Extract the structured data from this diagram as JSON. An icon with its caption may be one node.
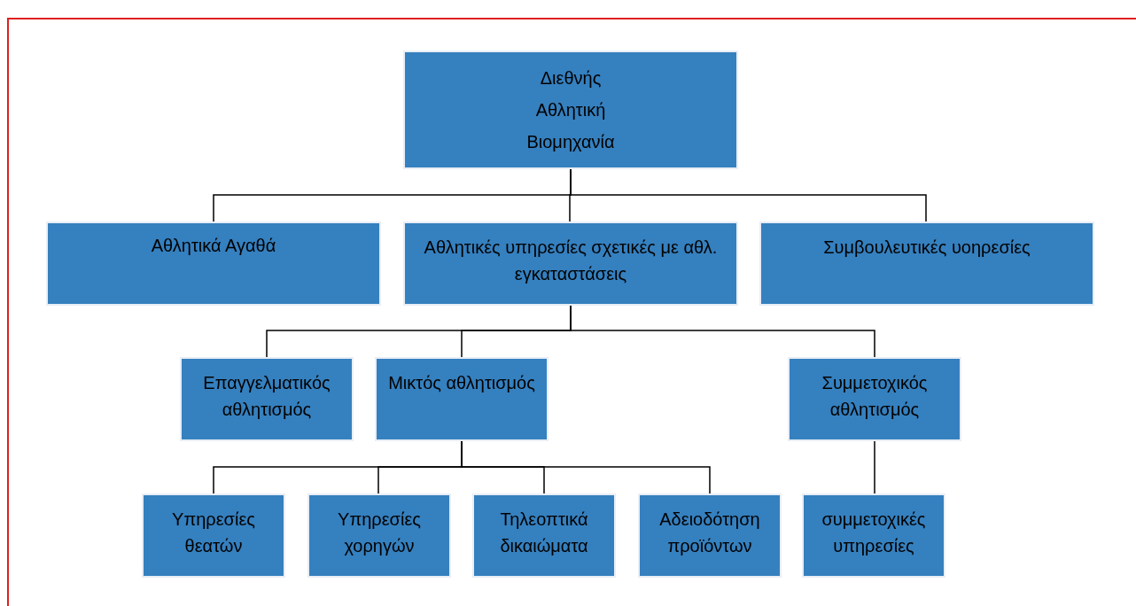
{
  "diagram": {
    "nodes": [
      {
        "text": [
          "Διεθνής Αθλητική Βιομηχανία"
        ]
      },
      {
        "text": [
          "Αθλητικά Αγαθά"
        ]
      },
      {
        "text": [
          "Αθλητικές υπηρεσίες σχετικές με αθλ. εγκαταστάσεις"
        ]
      },
      {
        "text": [
          "Συμβουλευτικές υοηρεσίες"
        ]
      },
      {
        "text": [
          "Επαγγελματικός αθλητισμός"
        ]
      },
      {
        "text": [
          "Μικτός αθλητισμός"
        ]
      },
      {
        "text": [
          "Συμμετοχικός αθλητισμός"
        ]
      },
      {
        "text": [
          "Υπηρεσίες θεατών"
        ]
      },
      {
        "text": [
          "Υπηρεσίες χορηγών"
        ]
      },
      {
        "text": [
          "Τηλεοπτικά δικαιώματα"
        ]
      },
      {
        "text": [
          "Αδειοδότηση προϊόντων"
        ]
      },
      {
        "text": [
          "συμμετοχικές υπηρεσίες"
        ]
      }
    ],
    "edges": [
      {
        "from": 0,
        "to": 1,
        "arrow": "none"
      },
      {
        "from": 0,
        "to": 2,
        "arrow": "none"
      },
      {
        "from": 0,
        "to": 3,
        "arrow": "none"
      },
      {
        "from": 2,
        "to": 4,
        "arrow": "none"
      },
      {
        "from": 2,
        "to": 5,
        "arrow": "none"
      },
      {
        "from": 2,
        "to": 6,
        "arrow": "none"
      },
      {
        "from": 5,
        "to": 7,
        "arrow": "none"
      },
      {
        "from": 5,
        "to": 8,
        "arrow": "none"
      },
      {
        "from": 5,
        "to": 9,
        "arrow": "none"
      },
      {
        "from": 5,
        "to": 10,
        "arrow": "none"
      },
      {
        "from": 6,
        "to": 11,
        "arrow": "none"
      }
    ]
  }
}
